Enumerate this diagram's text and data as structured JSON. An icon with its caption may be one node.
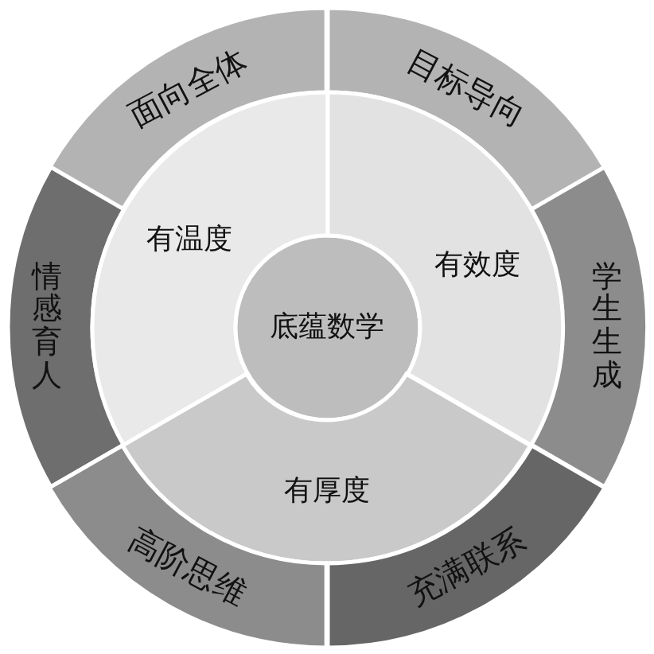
{
  "diagram": {
    "nodes": [
      {
        "text": [
          "面向全体"
        ]
      },
      {
        "text": [
          "目标导向"
        ]
      },
      {
        "text": [
          "情感育人"
        ]
      },
      {
        "text": [
          "有温度"
        ]
      },
      {
        "text": [
          "底蕴数学"
        ]
      },
      {
        "text": [
          "有效度"
        ]
      },
      {
        "text": [
          "学生生成"
        ]
      },
      {
        "text": [
          "有厚度"
        ]
      },
      {
        "text": [
          "高阶思维"
        ]
      },
      {
        "text": [
          "充满联系"
        ]
      }
    ]
  }
}
